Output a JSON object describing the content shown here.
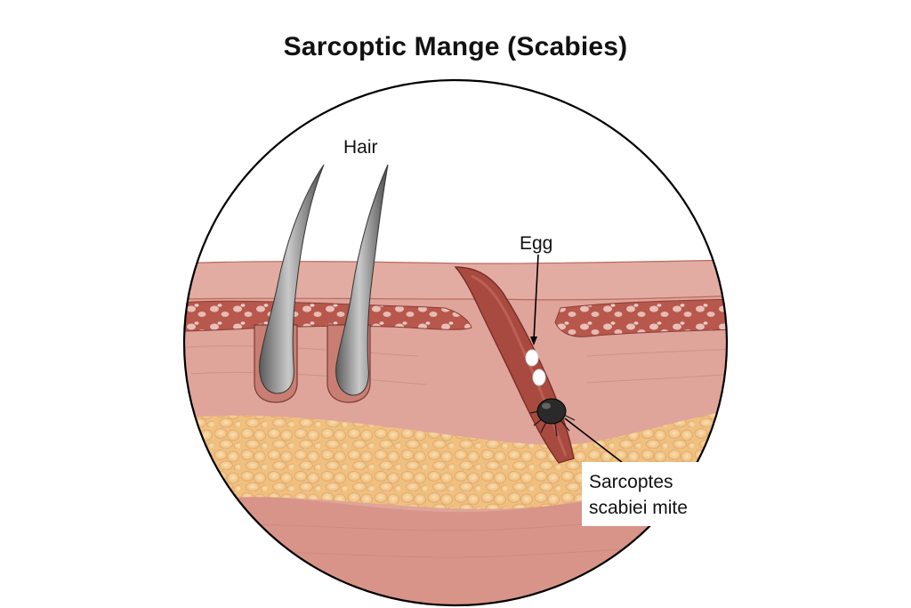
{
  "title": "Sarcoptic Mange (Scabies)",
  "labels": {
    "hair": "Hair",
    "egg": "Egg",
    "mite_line1": "Sarcoptes",
    "mite_line2": "scabiei mite"
  },
  "colors": {
    "epidermis": "#d99a8f",
    "dermis": "#e0a99f",
    "fat": "#f2c98c",
    "hair": "#8a8a8a",
    "mite": "#2a2a2a",
    "outline": "#000000"
  },
  "icons": [
    "hair-strand",
    "egg",
    "mite"
  ]
}
